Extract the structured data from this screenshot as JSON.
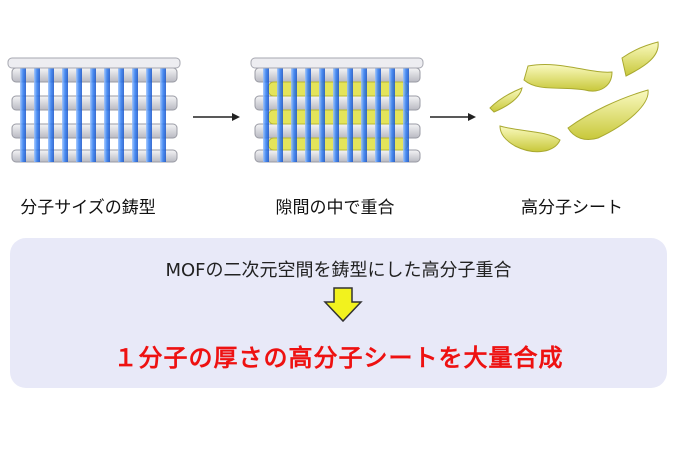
{
  "steps": [
    {
      "label": "分子サイズの鋳型"
    },
    {
      "label": "隙間の中で重合"
    },
    {
      "label": "高分子シート"
    }
  ],
  "summary": {
    "process": "MOFの二次元空間を鋳型にした高分子重合",
    "result": "１分子の厚さの高分子シートを大量合成"
  },
  "colors": {
    "pillar": "#2f7df4",
    "layer": "#d8d9de",
    "polymer": "#e4e45a",
    "arrow": "#f2f21e",
    "result_text": "#ee1111",
    "box": "#e8e9f8"
  }
}
